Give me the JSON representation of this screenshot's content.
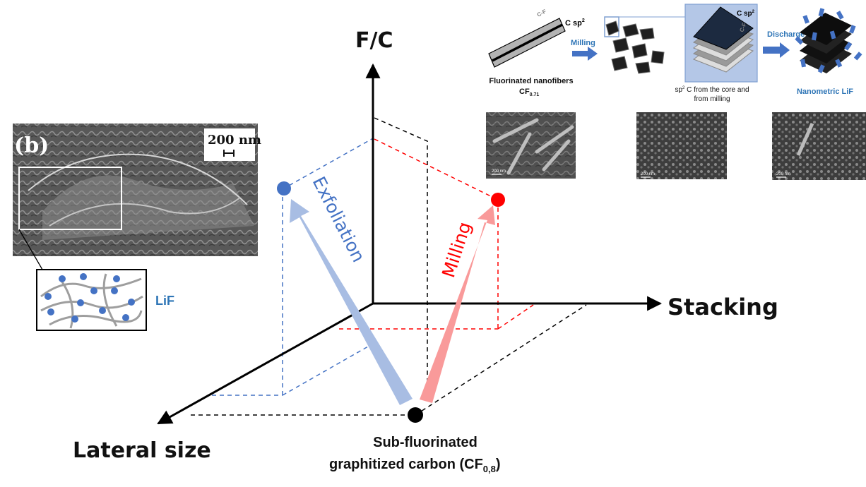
{
  "axes": {
    "y": "F/C",
    "x": "Stacking",
    "z": "Lateral size"
  },
  "arrows": {
    "exfoliation": "Exfoliation",
    "milling": "Milling"
  },
  "origin_label": {
    "line1": "Sub-fluorinated",
    "line2": "graphitized carbon (CF",
    "subscript": "0,8",
    "close": ")"
  },
  "sem_panel": {
    "label": "(b)",
    "scale": "200 nm",
    "lif": "LiF"
  },
  "schematic": {
    "fiber_cf": "C-F",
    "fiber_csp": "C sp",
    "fiber_sup": "2",
    "fiber_title": "Fluorinated nanofibers",
    "fiber_formula": "CF",
    "fiber_sub": "0.71",
    "milling": "Milling",
    "stack_csp": "C sp",
    "stack_sup": "2",
    "stack_cf": "C-F",
    "stack_caption1_pre": "sp",
    "stack_caption1_sup": "2",
    "stack_caption1_post": " C from the core and",
    "stack_caption2": "from milling",
    "discharge": "Discharge",
    "nano_lif": "Nanometric LiF"
  },
  "micrographs": {
    "scale1": "200 nm",
    "scale2": "200 nm",
    "scale3": "200 nm"
  },
  "colors": {
    "exfoliation": "#a8bde3",
    "milling": "#f99a9a",
    "blue_point": "#4472c4",
    "red_point": "#ff0000",
    "accent_blue": "#2e75b6"
  }
}
